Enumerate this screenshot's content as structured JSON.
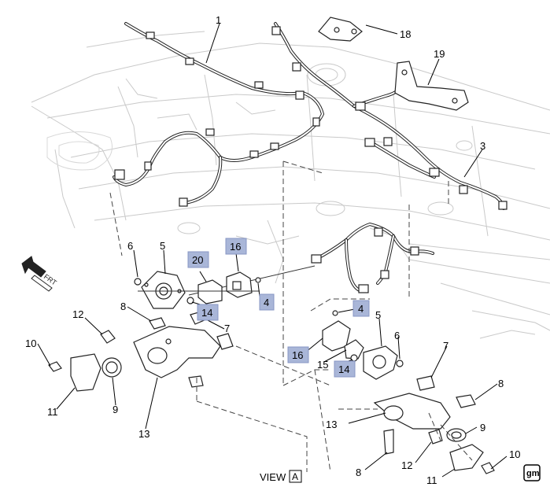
{
  "callouts": {
    "c1": "1",
    "c3": "3",
    "c4a": "4",
    "c4b": "4",
    "c5a": "5",
    "c5b": "5",
    "c6a": "6",
    "c6b": "6",
    "c7a": "7",
    "c7b": "7",
    "c8a": "8",
    "c8b": "8",
    "c8c": "8",
    "c9a": "9",
    "c9b": "9",
    "c10a": "10",
    "c10b": "10",
    "c11a": "11",
    "c11b": "11",
    "c12a": "12",
    "c12b": "12",
    "c13a": "13",
    "c13b": "13",
    "c14a": "14",
    "c14b": "14",
    "c15": "15",
    "c16a": "16",
    "c16b": "16",
    "c18": "18",
    "c19": "19",
    "c20": "20"
  },
  "view_label": "VIEW",
  "view_letter": "A",
  "direction": "FRT",
  "logo": "gm",
  "colors": {
    "highlight_box": "#a9b6d8",
    "line": "#222222"
  }
}
